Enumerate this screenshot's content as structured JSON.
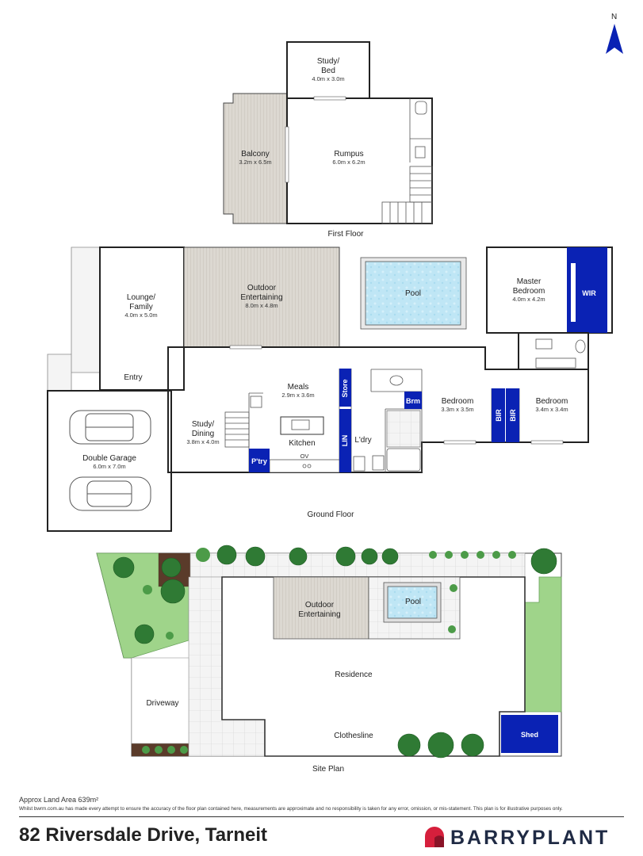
{
  "compass": {
    "label": "N"
  },
  "first_floor": {
    "title": "First Floor",
    "rooms": {
      "study_bed": {
        "name_1": "Study/",
        "name_2": "Bed",
        "dims": "4.0m x 3.0m"
      },
      "balcony": {
        "name": "Balcony",
        "dims": "3.2m x 6.5m"
      },
      "rumpus": {
        "name": "Rumpus",
        "dims": "6.0m x 6.2m"
      }
    }
  },
  "ground_floor": {
    "title": "Ground Floor",
    "rooms": {
      "lounge": {
        "name_1": "Lounge/",
        "name_2": "Family",
        "dims": "4.0m x 5.0m"
      },
      "outdoor": {
        "name_1": "Outdoor",
        "name_2": "Entertaining",
        "dims": "8.0m x 4.8m"
      },
      "pool": {
        "name": "Pool"
      },
      "master": {
        "name_1": "Master",
        "name_2": "Bedroom",
        "dims": "4.0m x 4.2m"
      },
      "wir": {
        "name": "WIR"
      },
      "entry": {
        "name": "Entry"
      },
      "garage": {
        "name": "Double Garage",
        "dims": "6.0m x 7.0m"
      },
      "study_dining": {
        "name_1": "Study/",
        "name_2": "Dining",
        "dims": "3.8m x 4.0m"
      },
      "meals": {
        "name": "Meals",
        "dims": "2.9m x 3.6m"
      },
      "kitchen": {
        "name": "Kitchen"
      },
      "oven": {
        "name": "OV"
      },
      "pantry": {
        "name": "P'try"
      },
      "store": {
        "name": "Store"
      },
      "lin": {
        "name": "LIN"
      },
      "laundry": {
        "name": "L'dry"
      },
      "brm": {
        "name": "Brm"
      },
      "bedroom2": {
        "name": "Bedroom",
        "dims": "3.3m x 3.5m"
      },
      "bir1": {
        "name": "BIR"
      },
      "bir2": {
        "name": "BIR"
      },
      "bedroom3": {
        "name": "Bedroom",
        "dims": "3.4m x 3.4m"
      }
    }
  },
  "site_plan": {
    "title": "Site Plan",
    "labels": {
      "outdoor_1": "Outdoor",
      "outdoor_2": "Entertaining",
      "pool": "Pool",
      "residence": "Residence",
      "driveway": "Driveway",
      "clothesline": "Clothesline",
      "shed": "Shed"
    }
  },
  "footer": {
    "land_area": "Approx Land Area 639m²",
    "disclaimer": "Whilst bwrm.com.au has made every attempt to ensure the accuracy of the floor plan contained here, measurements are approximate and no responsibility is taken for any error, omission, or mis-statement. This plan is for illustrative purposes only.",
    "address": "82 Riversdale Drive, Tarneit",
    "brand": "BARRYPLANT"
  },
  "colors": {
    "blue": "#0a22b4",
    "deck": "#d9d6d0",
    "pool": "#bfe6f5",
    "grass": "#9fd48a",
    "brand_red": "#d61f3c",
    "brand_navy": "#1f2a44"
  }
}
